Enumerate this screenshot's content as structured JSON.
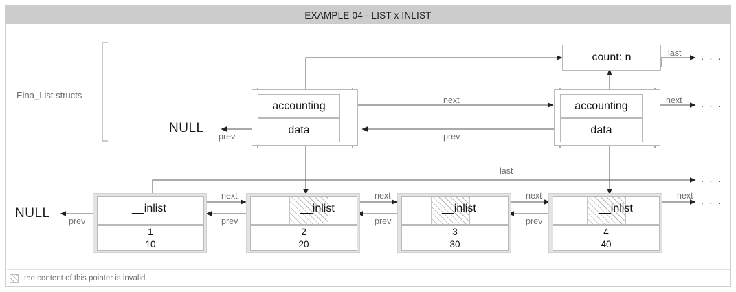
{
  "title": "EXAMPLE 04 - LIST x INLIST",
  "group_label": "Eina_List structs",
  "count_box": {
    "label": "count: n"
  },
  "list_nodes": [
    {
      "id": "list-node-1",
      "accounting": "accounting",
      "data": "data"
    },
    {
      "id": "list-node-2",
      "accounting": "accounting",
      "data": "data"
    }
  ],
  "inlist_nodes": [
    {
      "id": "inlist-node-1",
      "pointer": "__inlist",
      "value_a": "1",
      "value_b": "10",
      "invalid": false
    },
    {
      "id": "inlist-node-2",
      "pointer": "__inlist",
      "value_a": "2",
      "value_b": "20",
      "invalid": true
    },
    {
      "id": "inlist-node-3",
      "pointer": "__inlist",
      "value_a": "3",
      "value_b": "30",
      "invalid": true
    },
    {
      "id": "inlist-node-4",
      "pointer": "__inlist",
      "value_a": "4",
      "value_b": "40",
      "invalid": true
    }
  ],
  "labels": {
    "null_top": "NULL",
    "null_bottom": "NULL",
    "last_top": "last",
    "last_row": "last",
    "next": "next",
    "prev": "prev",
    "ellipsis": ". . ."
  },
  "edges": {
    "list_next": "next",
    "list_prev": "prev",
    "list_next_tail": "next",
    "list_prev_head": "prev",
    "count_last": "last",
    "inlist_next_1": "next",
    "inlist_prev_1": "prev",
    "inlist_next_2": "next",
    "inlist_prev_2": "prev",
    "inlist_next_3": "next",
    "inlist_prev_3": "prev",
    "inlist_next_4": "next",
    "inlist_prev_head": "prev",
    "inlist_last": "last"
  },
  "legend": {
    "text": "the content of this pointer is invalid."
  },
  "colors": {
    "title_bar": "#cccccc",
    "frame_border": "#cfcfcf",
    "box_border": "#b9b9b9",
    "node_shadow": "#e3e3e3",
    "wire": "#555555",
    "label_text": "#6e6e6e",
    "hatch": "#b6b6b6"
  }
}
